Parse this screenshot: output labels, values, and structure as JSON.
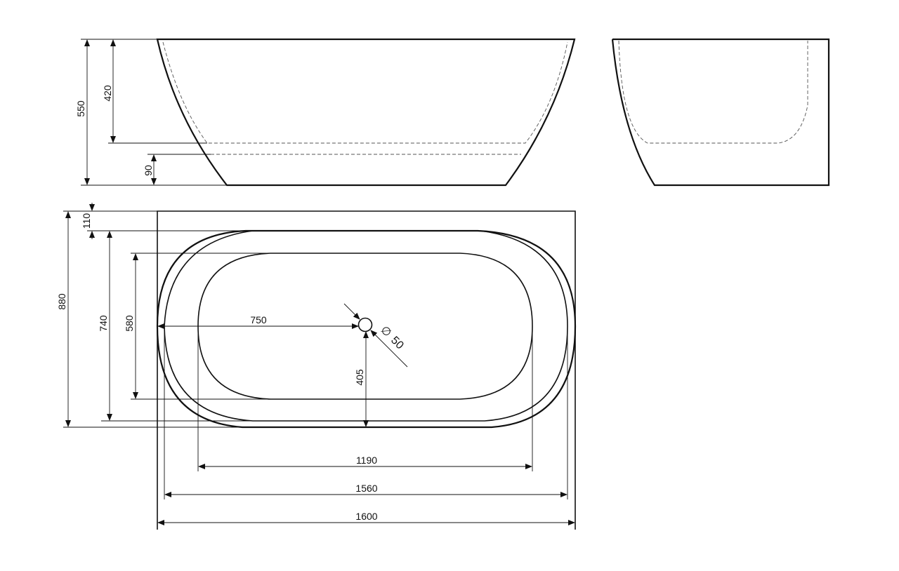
{
  "labels": {
    "side_total_height": "550",
    "side_inner_depth": "420",
    "side_water_offset": "90",
    "plan_back_offset": "110",
    "plan_total_width": "880",
    "plan_outer_rim": "740",
    "plan_inner_basin": "580",
    "plan_drain_x": "750",
    "plan_drain_y": "405",
    "plan_drain_diameter": "50",
    "plan_inner_length": "1190",
    "plan_outer_length": "1560",
    "plan_total_length": "1600"
  },
  "symbols": {
    "diameter": "∅"
  }
}
